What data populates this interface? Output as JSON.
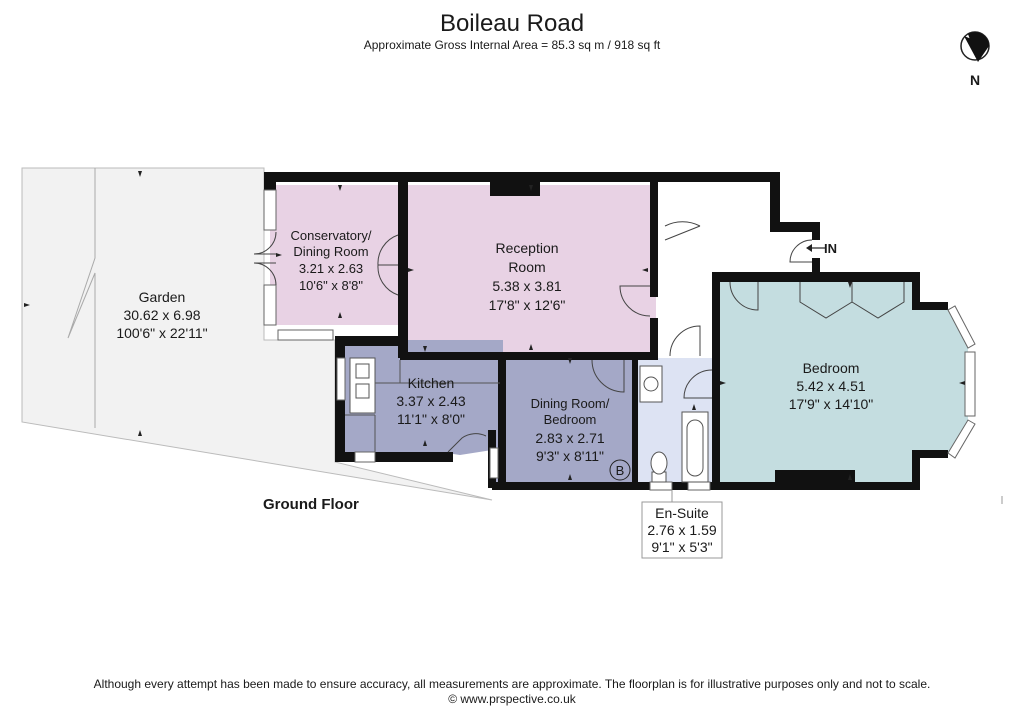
{
  "header": {
    "title": "Boileau Road",
    "subtitle": "Approximate Gross Internal Area = 85.3 sq m / 918 sq ft"
  },
  "floor_label": "Ground Floor",
  "compass": {
    "label": "N"
  },
  "entrance": {
    "label": "IN"
  },
  "boiler": {
    "label": "B"
  },
  "rooms": {
    "garden": {
      "name": "Garden",
      "metric": "30.62 x 6.98",
      "imperial": "100'6\" x 22'11\""
    },
    "conservatory": {
      "name_1": "Conservatory/",
      "name_2": "Dining Room",
      "metric": "3.21 x 2.63",
      "imperial": "10'6\" x 8'8\""
    },
    "reception": {
      "name_1": "Reception",
      "name_2": "Room",
      "metric": "5.38 x 3.81",
      "imperial": "17'8\" x 12'6\""
    },
    "kitchen": {
      "name": "Kitchen",
      "metric": "3.37 x 2.43",
      "imperial": "11'1\" x 8'0\""
    },
    "dining_bedroom": {
      "name_1": "Dining Room/",
      "name_2": "Bedroom",
      "metric": "2.83 x 2.71",
      "imperial": "9'3\" x 8'11\""
    },
    "bedroom": {
      "name": "Bedroom",
      "metric": "5.42 x 4.51",
      "imperial": "17'9\" x 14'10\""
    },
    "ensuite": {
      "name": "En-Suite",
      "metric": "2.76 x 1.59",
      "imperial": "9'1\" x 5'3\""
    }
  },
  "colors": {
    "garden": "#f2f2f2",
    "pink": "#e8d2e4",
    "kitchen": "#a4a8c7",
    "ensuite": "#dde3f3",
    "bedroom": "#c4dde0",
    "wall": "#111111"
  },
  "footer": {
    "disclaimer": "Although every attempt has been made to ensure accuracy, all measurements are approximate. The floorplan is for illustrative purposes only and not to scale.",
    "copyright": "© www.prspective.co.uk"
  }
}
